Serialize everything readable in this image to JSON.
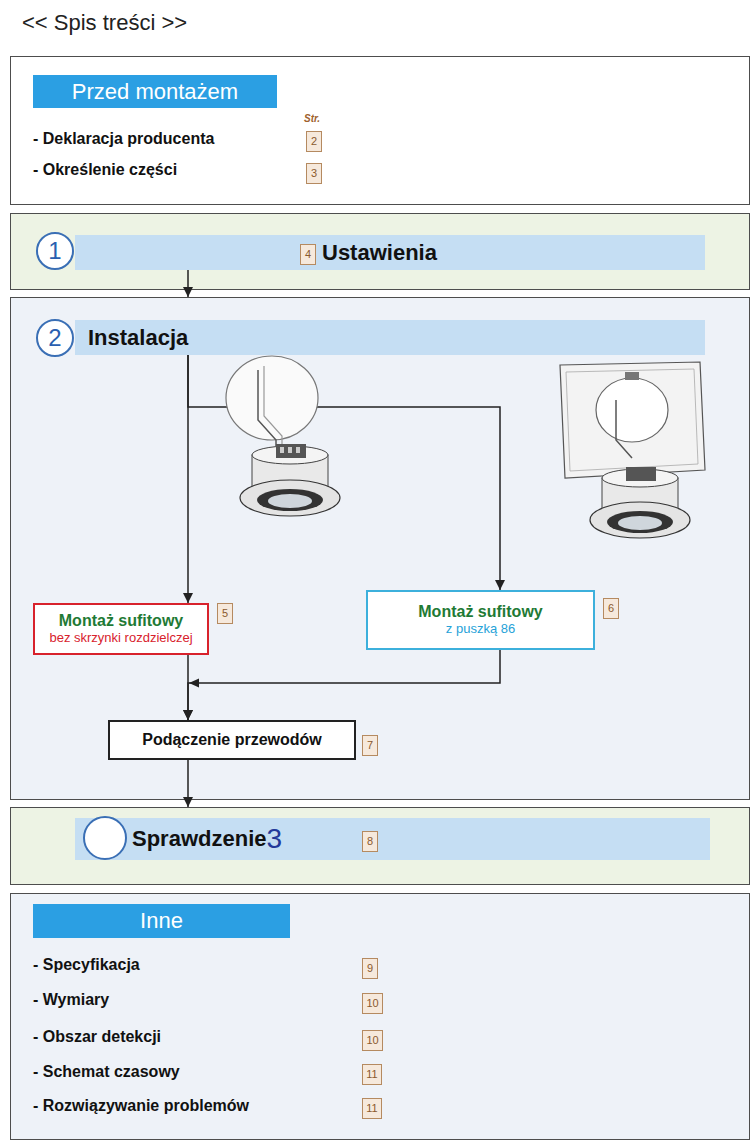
{
  "diagram": {
    "title": "<< Spis treści >>",
    "nodes": [
      {
        "text": [
          "Str.",
          "- Deklaracja producenta",
          "- Określenie części"
        ]
      },
      {
        "text": [
          "Przed montażem"
        ],
        "in": 0
      },
      {
        "text": [
          "2"
        ],
        "in": 0
      },
      {
        "text": [
          "3"
        ],
        "in": 0
      },
      {
        "text": []
      },
      {
        "text": [
          "1"
        ],
        "in": 4
      },
      {
        "text": [
          "Ustawienia"
        ],
        "in": 4
      },
      {
        "text": [
          "4"
        ],
        "in": 6
      },
      {
        "text": []
      },
      {
        "text": [
          "2"
        ],
        "in": 8
      },
      {
        "text": [
          "Instalacja"
        ],
        "in": 8
      },
      {
        "text": [
          "Montaż sufitowy",
          "bez skrzynki rozdzielczej"
        ],
        "in": 8
      },
      {
        "text": [
          "5"
        ],
        "in": 8
      },
      {
        "text": [
          "Montaż sufitowy",
          "z puszką 86"
        ],
        "in": 8
      },
      {
        "text": [
          "6"
        ],
        "in": 8
      },
      {
        "text": [
          "Podączenie przewodów"
        ],
        "in": 8
      },
      {
        "text": [
          "7"
        ],
        "in": 8
      },
      {
        "text": []
      },
      {
        "text": [
          "Sprawdzenie",
          "3"
        ],
        "in": 17
      },
      {
        "text": [
          "8"
        ],
        "in": 18
      },
      {
        "text": [
          "- Specyfikacja",
          "- Wymiary",
          "- Obszar detekcji",
          "- Schemat czasowy",
          "- Rozwiązywanie problemów"
        ]
      },
      {
        "text": [
          "Inne"
        ],
        "in": 20
      },
      {
        "text": [
          "9"
        ],
        "in": 20
      },
      {
        "text": [
          "10"
        ],
        "in": 20
      },
      {
        "text": [
          "10"
        ],
        "in": 20
      },
      {
        "text": [
          "11"
        ],
        "in": 20
      },
      {
        "text": [
          "11"
        ],
        "in": 20
      }
    ],
    "edges": [
      {
        "from": 6,
        "to": 8,
        "arrow": "to"
      },
      {
        "from": 10,
        "to": 11,
        "arrow": "to"
      },
      {
        "from": 10,
        "to": 13,
        "arrow": "to"
      },
      {
        "from": 11,
        "to": 15,
        "arrow": "to"
      },
      {
        "from": 13,
        "to": 15,
        "arrow": "to"
      },
      {
        "from": 15,
        "to": 17,
        "arrow": "to"
      }
    ]
  }
}
